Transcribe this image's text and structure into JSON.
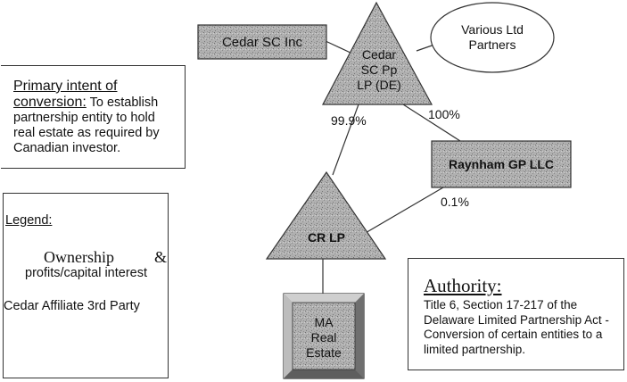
{
  "nodes": {
    "cedar_sc_inc": "Cedar SC Inc",
    "cedar_sc_lp_lines": [
      "Cedar",
      "SC Pp",
      "LP (DE)"
    ],
    "various_partners_lines": [
      "Various Ltd",
      "Partners"
    ],
    "raynham": "Raynham GP LLC",
    "cr_lp": "CR LP",
    "ma_real_estate_lines": [
      "MA",
      "Real",
      "Estate"
    ]
  },
  "edges": {
    "pct_999": "99.9%",
    "pct_100": "100%",
    "pct_01": "0.1%"
  },
  "intent": {
    "heading": "Primary intent of conversion:",
    "body": " To establish partnership entity to hold real estate as required by Canadian investor."
  },
  "legend": {
    "title": "Legend:",
    "ownership": "Ownership",
    "amp": "&",
    "ownership2": "profits/capital interest",
    "affiliate": "Cedar Affiliate 3rd Party"
  },
  "authority": {
    "heading": "Authority:",
    "body": "Title 6, Section 17-217 of the Delaware Limited Partnership Act - Conversion of certain entities to a limited partnership."
  },
  "colors": {
    "shape_fill": "#a9a9a9",
    "line": "#333333"
  }
}
